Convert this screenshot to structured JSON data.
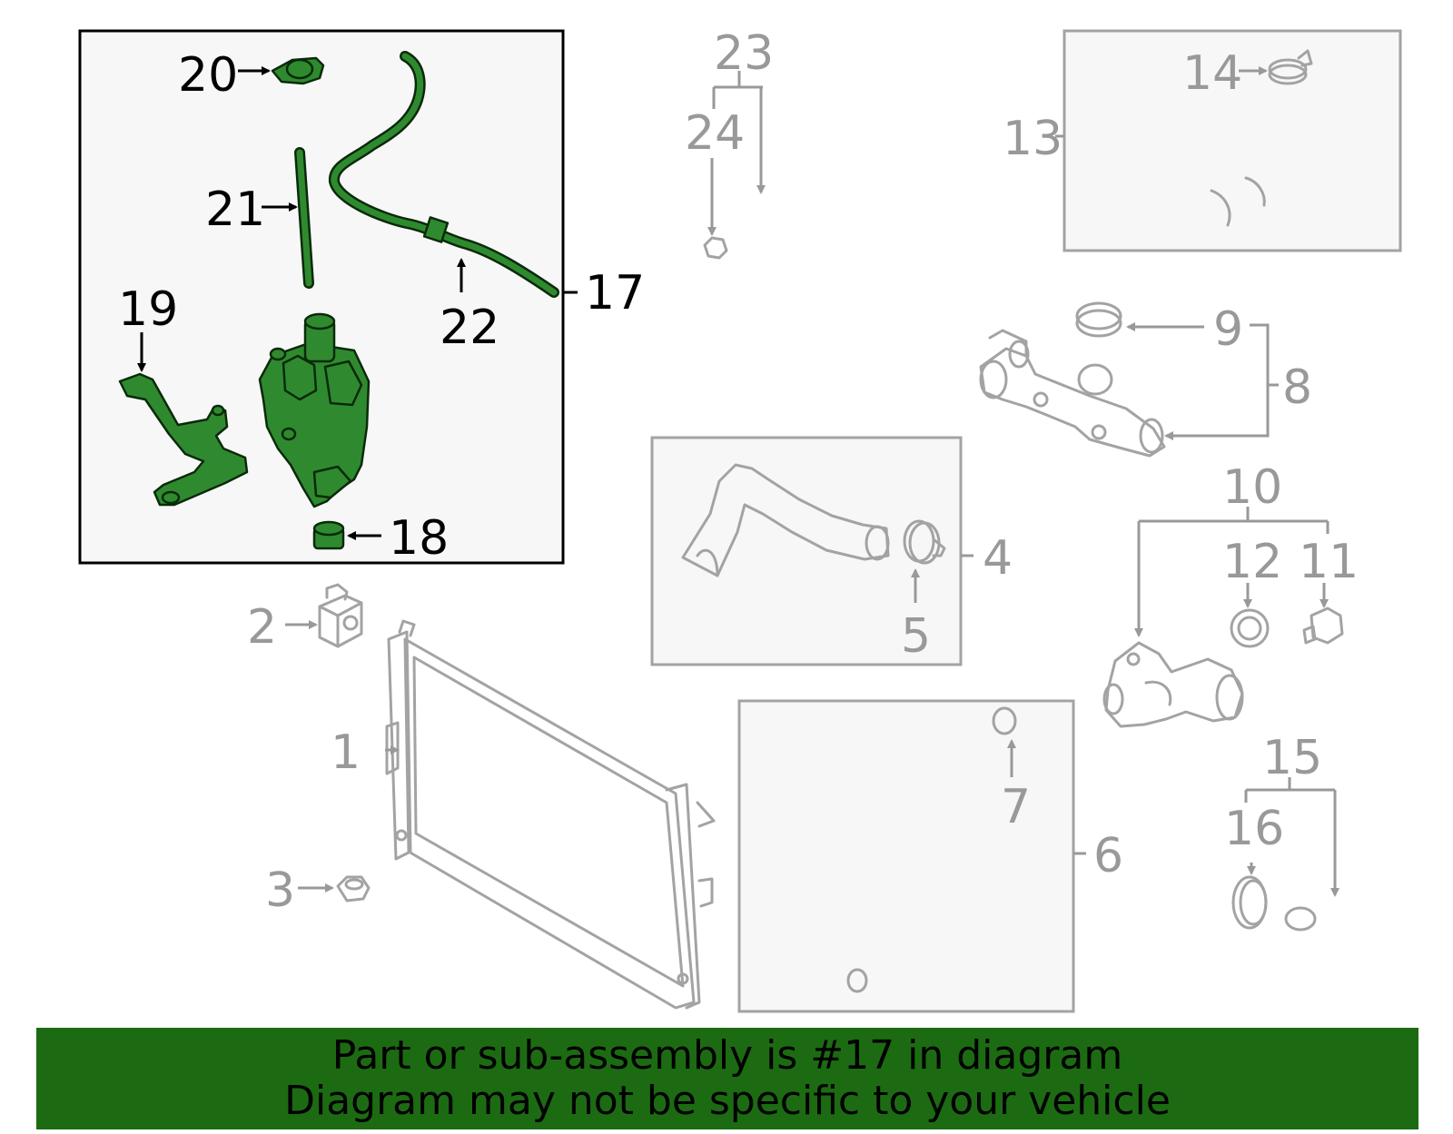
{
  "diagram": {
    "highlight_color": "#2f8a2f",
    "line_color": "#999999",
    "highlight_label_color": "#000000",
    "callouts": {
      "c1": "1",
      "c2": "2",
      "c3": "3",
      "c4": "4",
      "c5": "5",
      "c6": "6",
      "c7": "7",
      "c8": "8",
      "c9": "9",
      "c10": "10",
      "c11": "11",
      "c12": "12",
      "c13": "13",
      "c14": "14",
      "c15": "15",
      "c16": "16",
      "c17": "17",
      "c18": "18",
      "c19": "19",
      "c20": "20",
      "c21": "21",
      "c22": "22",
      "c23": "23",
      "c24": "24"
    }
  },
  "banner": {
    "background": "#1c6b12",
    "line1": "Part or sub-assembly is #17 in diagram",
    "line2": "Diagram may not be specific to your vehicle"
  }
}
